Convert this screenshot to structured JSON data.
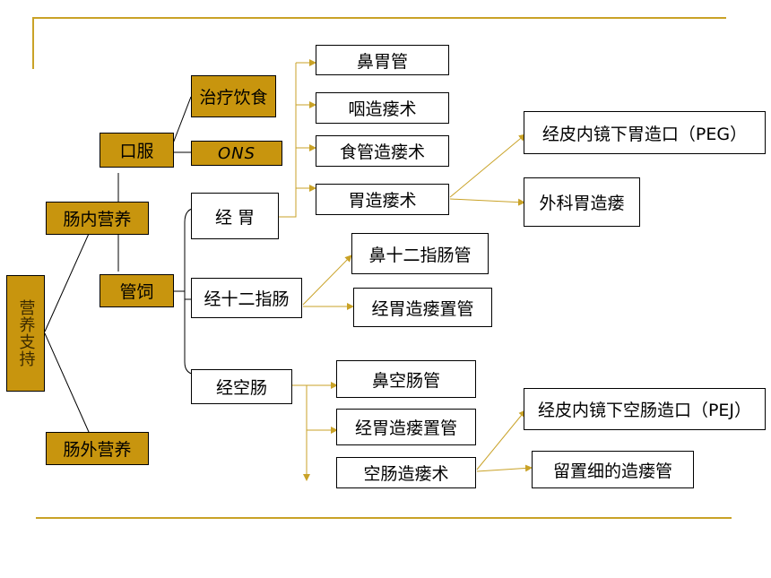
{
  "root": {
    "label": "营养支持"
  },
  "level1": {
    "enteral": "肠内营养",
    "parenteral": "肠外营养"
  },
  "level2": {
    "oral": "口服",
    "tube": "管饲"
  },
  "oral_children": {
    "diet": "治疗饮食",
    "ons": "ONS"
  },
  "tube_children": {
    "stomach": "经 胃",
    "duodenum": "经十二指肠",
    "jejunum": "经空肠"
  },
  "stomach_children": [
    "鼻胃管",
    "咽造瘘术",
    "食管造瘘术",
    "胃造瘘术"
  ],
  "gastrostomy_children": [
    "经皮内镜下胃造口（PEG）",
    "外科胃造瘘"
  ],
  "duodenum_children": [
    "鼻十二指肠管",
    "经胃造瘘置管"
  ],
  "jejunum_children": [
    "鼻空肠管",
    "经胃造瘘置管",
    "空肠造瘘术"
  ],
  "jejunostomy_children": [
    "经皮内镜下空肠造口（PEJ）",
    "留置细的造瘘管"
  ],
  "colors": {
    "gold_fill": "#c8950e",
    "rule": "#c9a227",
    "arrow": "#c9a227",
    "line": "#000000"
  }
}
